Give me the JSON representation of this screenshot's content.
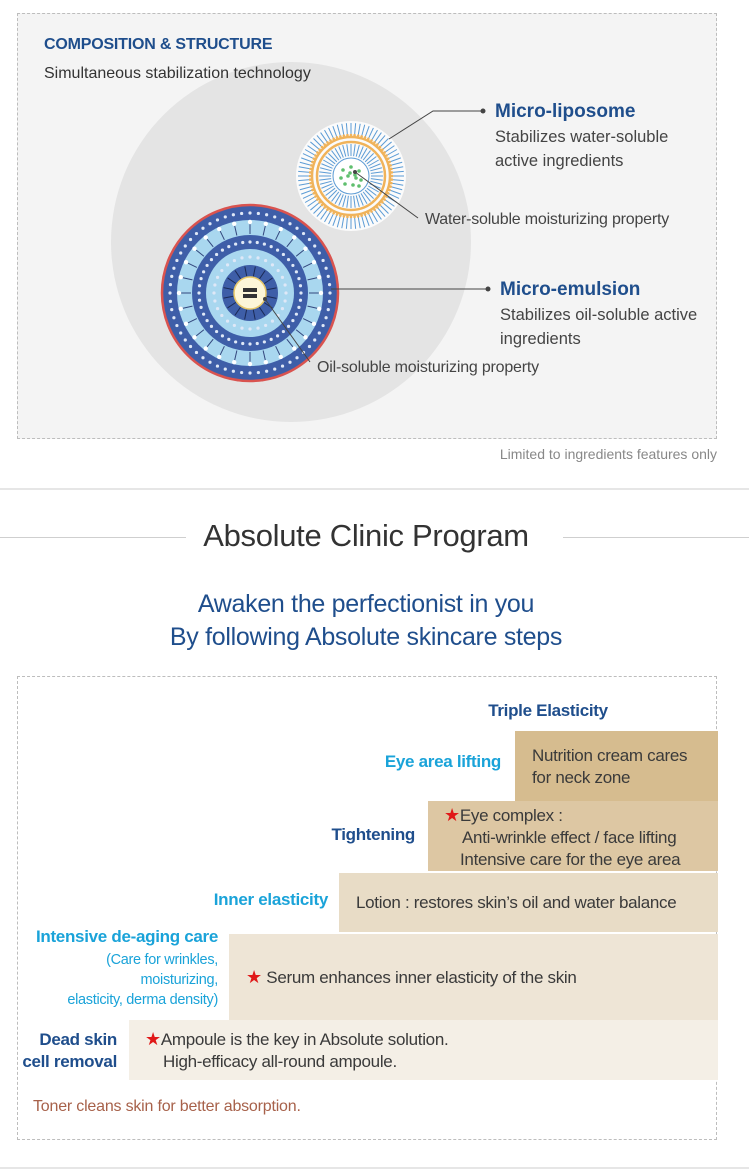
{
  "composition": {
    "title": "COMPOSITION & STRUCTURE",
    "subtitle": "Simultaneous stabilization technology",
    "liposome": {
      "title": "Micro-liposome",
      "description": "Stabilizes water-soluble active ingredients",
      "inner_label": "Water-soluble moisturizing property"
    },
    "emulsion": {
      "title": "Micro-emulsion",
      "description": "Stabilizes oil-soluble active ingredients",
      "inner_label": "Oil-soluble moisturizing property"
    },
    "disclaimer": "Limited to ingredients features only",
    "colors": {
      "navy": "#1f4e8c",
      "liposome_orange": "#f0b35a",
      "liposome_blue": "#5b9bd5",
      "emulsion_blue": "#3e5ea8",
      "emulsion_light": "#a9d7ef",
      "emulsion_rim": "#d9534f"
    }
  },
  "program": {
    "title": "Absolute Clinic Program",
    "tagline_line1": "Awaken the perfectionist in you",
    "tagline_line2": "By following Absolute skincare steps",
    "top_label": "Triple Elasticity",
    "steps": [
      {
        "label": "Eye area lifting",
        "line1": "Nutrition cream cares",
        "line2": "for neck zone"
      },
      {
        "label": "Tightening",
        "line1": "Eye complex :",
        "line2": "Anti-wrinkle effect / face lifting",
        "line3": "Intensive care for the eye area"
      },
      {
        "label": "Inner elasticity",
        "line1": "Lotion : restores skin’s oil and water balance"
      },
      {
        "label": "Intensive de-aging care",
        "sublabel1": "(Care for wrinkles,",
        "sublabel2": "moisturizing,",
        "sublabel3": "elasticity, derma density)",
        "line1": "Serum enhances inner elasticity of the skin"
      },
      {
        "label_line1": "Dead skin",
        "label_line2": "cell removal",
        "line1": "Ampoule is the key in Absolute solution.",
        "line2": "High-efficacy all-round ampoule."
      }
    ],
    "toner_text": "Toner cleans skin for better absorption.",
    "star_glyph": "★",
    "colors": {
      "label_navy": "#1f4e8c",
      "label_cyan": "#1aa3d9",
      "star_red": "#e01818",
      "toner_brown": "#a7614a",
      "bar_shades": [
        "#d6bc8f",
        "#ddc7a3",
        "#e8dcc6",
        "#eee5d6",
        "#f4efe6"
      ]
    }
  }
}
